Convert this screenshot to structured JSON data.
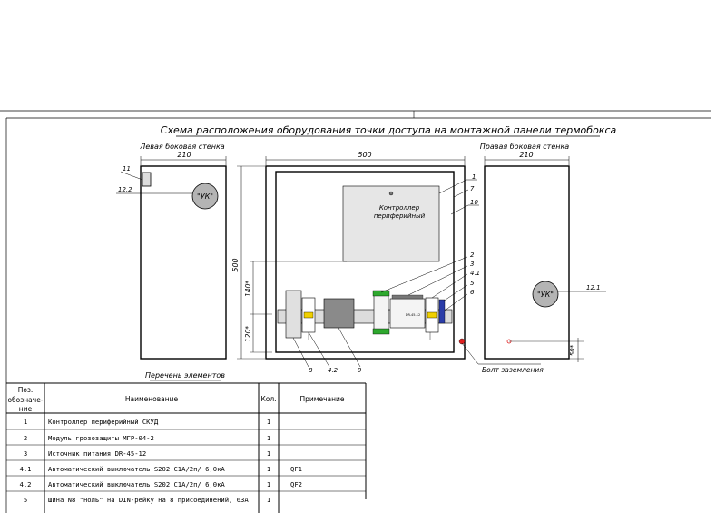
{
  "title": "Схема расположения оборудования точки доступа на монтажной панели термобокса",
  "left_wall": {
    "label": "Левая боковая стенка",
    "width_dim": "210",
    "reader_label": "\"УК\"",
    "callout_11": "11",
    "callout_12_2": "12.2"
  },
  "right_wall": {
    "label": "Правая боковая стенка",
    "width_dim": "210",
    "reader_label": "\"УК\"",
    "callout_12_1": "12.1",
    "dim_50": "50*"
  },
  "front": {
    "width_dim": "500",
    "height_dim": "500",
    "dim_140": "140*",
    "dim_120": "120*",
    "controller_label_line1": "Контроллер",
    "controller_label_line2": "периферийный",
    "psu_text": "DR-45-12",
    "callouts_right": [
      "1",
      "7",
      "10",
      "2",
      "3",
      "4.1",
      "5",
      "6"
    ],
    "callouts_bottom": [
      "8",
      "4.2",
      "9"
    ],
    "ground_bolt_label": "Болт заземления"
  },
  "table": {
    "caption": "Перечень элементов",
    "headers": [
      "Поз. обозначе-ние",
      "Наименование",
      "Кол.",
      "Примечание"
    ],
    "rows": [
      [
        "1",
        "Контроллер периферийный СКУД",
        "1",
        ""
      ],
      [
        "2",
        "Модуль грозозащиты МГР-04-2",
        "1",
        ""
      ],
      [
        "3",
        "Источник питания DR-45-12",
        "1",
        ""
      ],
      [
        "4.1",
        "Автоматический выключатель S202 C1A/2п/ 6,0кА",
        "1",
        "QF1"
      ],
      [
        "4.2",
        "Автоматический выключатель S202 C1A/2п/ 6,0кА",
        "1",
        "QF2"
      ],
      [
        "5",
        "Шина N8 \"ноль\" на DIN-рейку на 8 присоединений, 63А",
        "1",
        ""
      ]
    ]
  },
  "colors": {
    "reader_fill": "#b4b4b4",
    "controller_fill": "#e6e6e6",
    "psu_fill": "#8a8a8a",
    "green_led": "#2ea82e",
    "yellow": "#f0d000",
    "blue_bus": "#2a3ca8",
    "ground_red": "#e02020"
  }
}
